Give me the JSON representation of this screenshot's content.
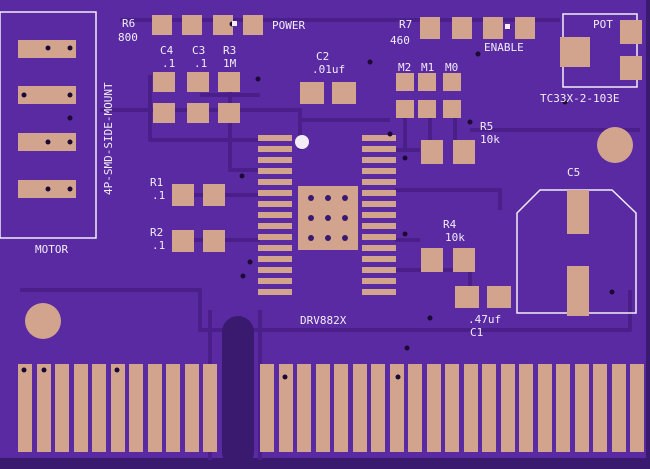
{
  "colors": {
    "board": "#5a2aa3",
    "board_edge": "#3a1a6e",
    "trace": "#4a1f8a",
    "pad": "#d2a48e",
    "silkscreen": "#f2ecf7",
    "via": "#1b0a33"
  },
  "labels": {
    "r6_ref": "R6",
    "r6_value": "800",
    "power": "POWER",
    "r7_ref": "R7",
    "r7_value": "460",
    "enable": "ENABLE",
    "pot": "POT",
    "pot_part": "TC33X-2-103E",
    "c4_ref": "C4",
    "c4_value": ".1",
    "c3_ref": "C3",
    "c3_value": ".1",
    "r3_ref": "R3",
    "r3_value": "1M",
    "c2_ref": "C2",
    "c2_value": ".01uf",
    "m2": "M2",
    "m1": "M1",
    "m0": "M0",
    "r5_ref": "R5",
    "r5_value": "10k",
    "connector": "4P-SMD-SIDE-MOUNT",
    "r1_ref": "R1",
    "r1_value": ".1",
    "r2_ref": "R2",
    "r2_value": ".1",
    "c5_ref": "C5",
    "r4_ref": "R4",
    "r4_value": "10k",
    "motor": "MOTOR",
    "chip": "DRV882X",
    "c1_value": ".47uf",
    "c1_ref": "C1"
  }
}
